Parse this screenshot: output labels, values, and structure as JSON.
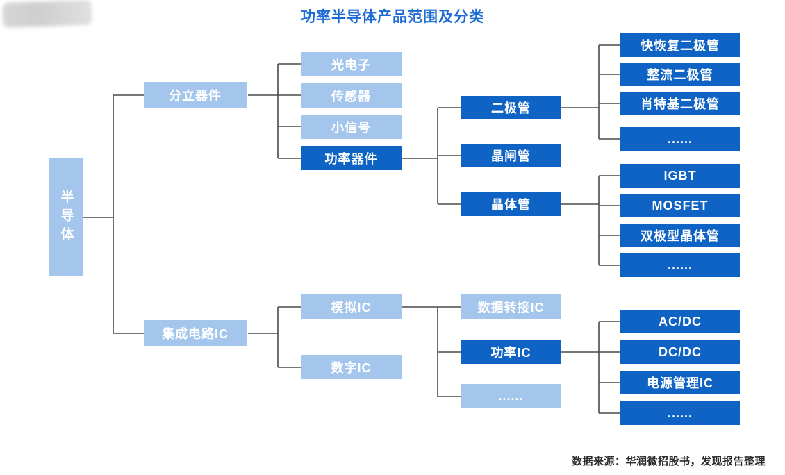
{
  "title": "功率半导体产品范围及分类",
  "source_note": "数据来源：华润微招股书，发现报告整理",
  "colors": {
    "title_color": "#1c6bd3",
    "light_node": "#a5c6ec",
    "dark_node": "#0f63c4",
    "connector_color": "#4a4a4a"
  },
  "tree": {
    "root": "半导体",
    "discrete": "分立器件",
    "ic": "集成电路IC",
    "discrete_children": {
      "optoelectronics": "光电子",
      "sensors": "传感器",
      "small_signal": "小信号",
      "power_devices": "功率器件"
    },
    "power_device_children": {
      "diode": "二极管",
      "thyristor": "晶闸管",
      "transistor": "晶体管"
    },
    "diode_children": {
      "fast_recovery": "快恢复二极管",
      "rectifier": "整流二极管",
      "schottky": "肖特基二极管",
      "more": "......"
    },
    "transistor_children": {
      "igbt": "IGBT",
      "mosfet": "MOSFET",
      "bipolar": "双极型晶体管",
      "more": "......"
    },
    "ic_children": {
      "analog": "模拟IC",
      "digital": "数字IC"
    },
    "analog_children": {
      "data_converter": "数据转接IC",
      "power_ic": "功率IC",
      "more": "......"
    },
    "power_ic_children": {
      "acdc": "AC/DC",
      "dcdc": "DC/DC",
      "power_management": "电源管理IC",
      "more": "......"
    }
  }
}
